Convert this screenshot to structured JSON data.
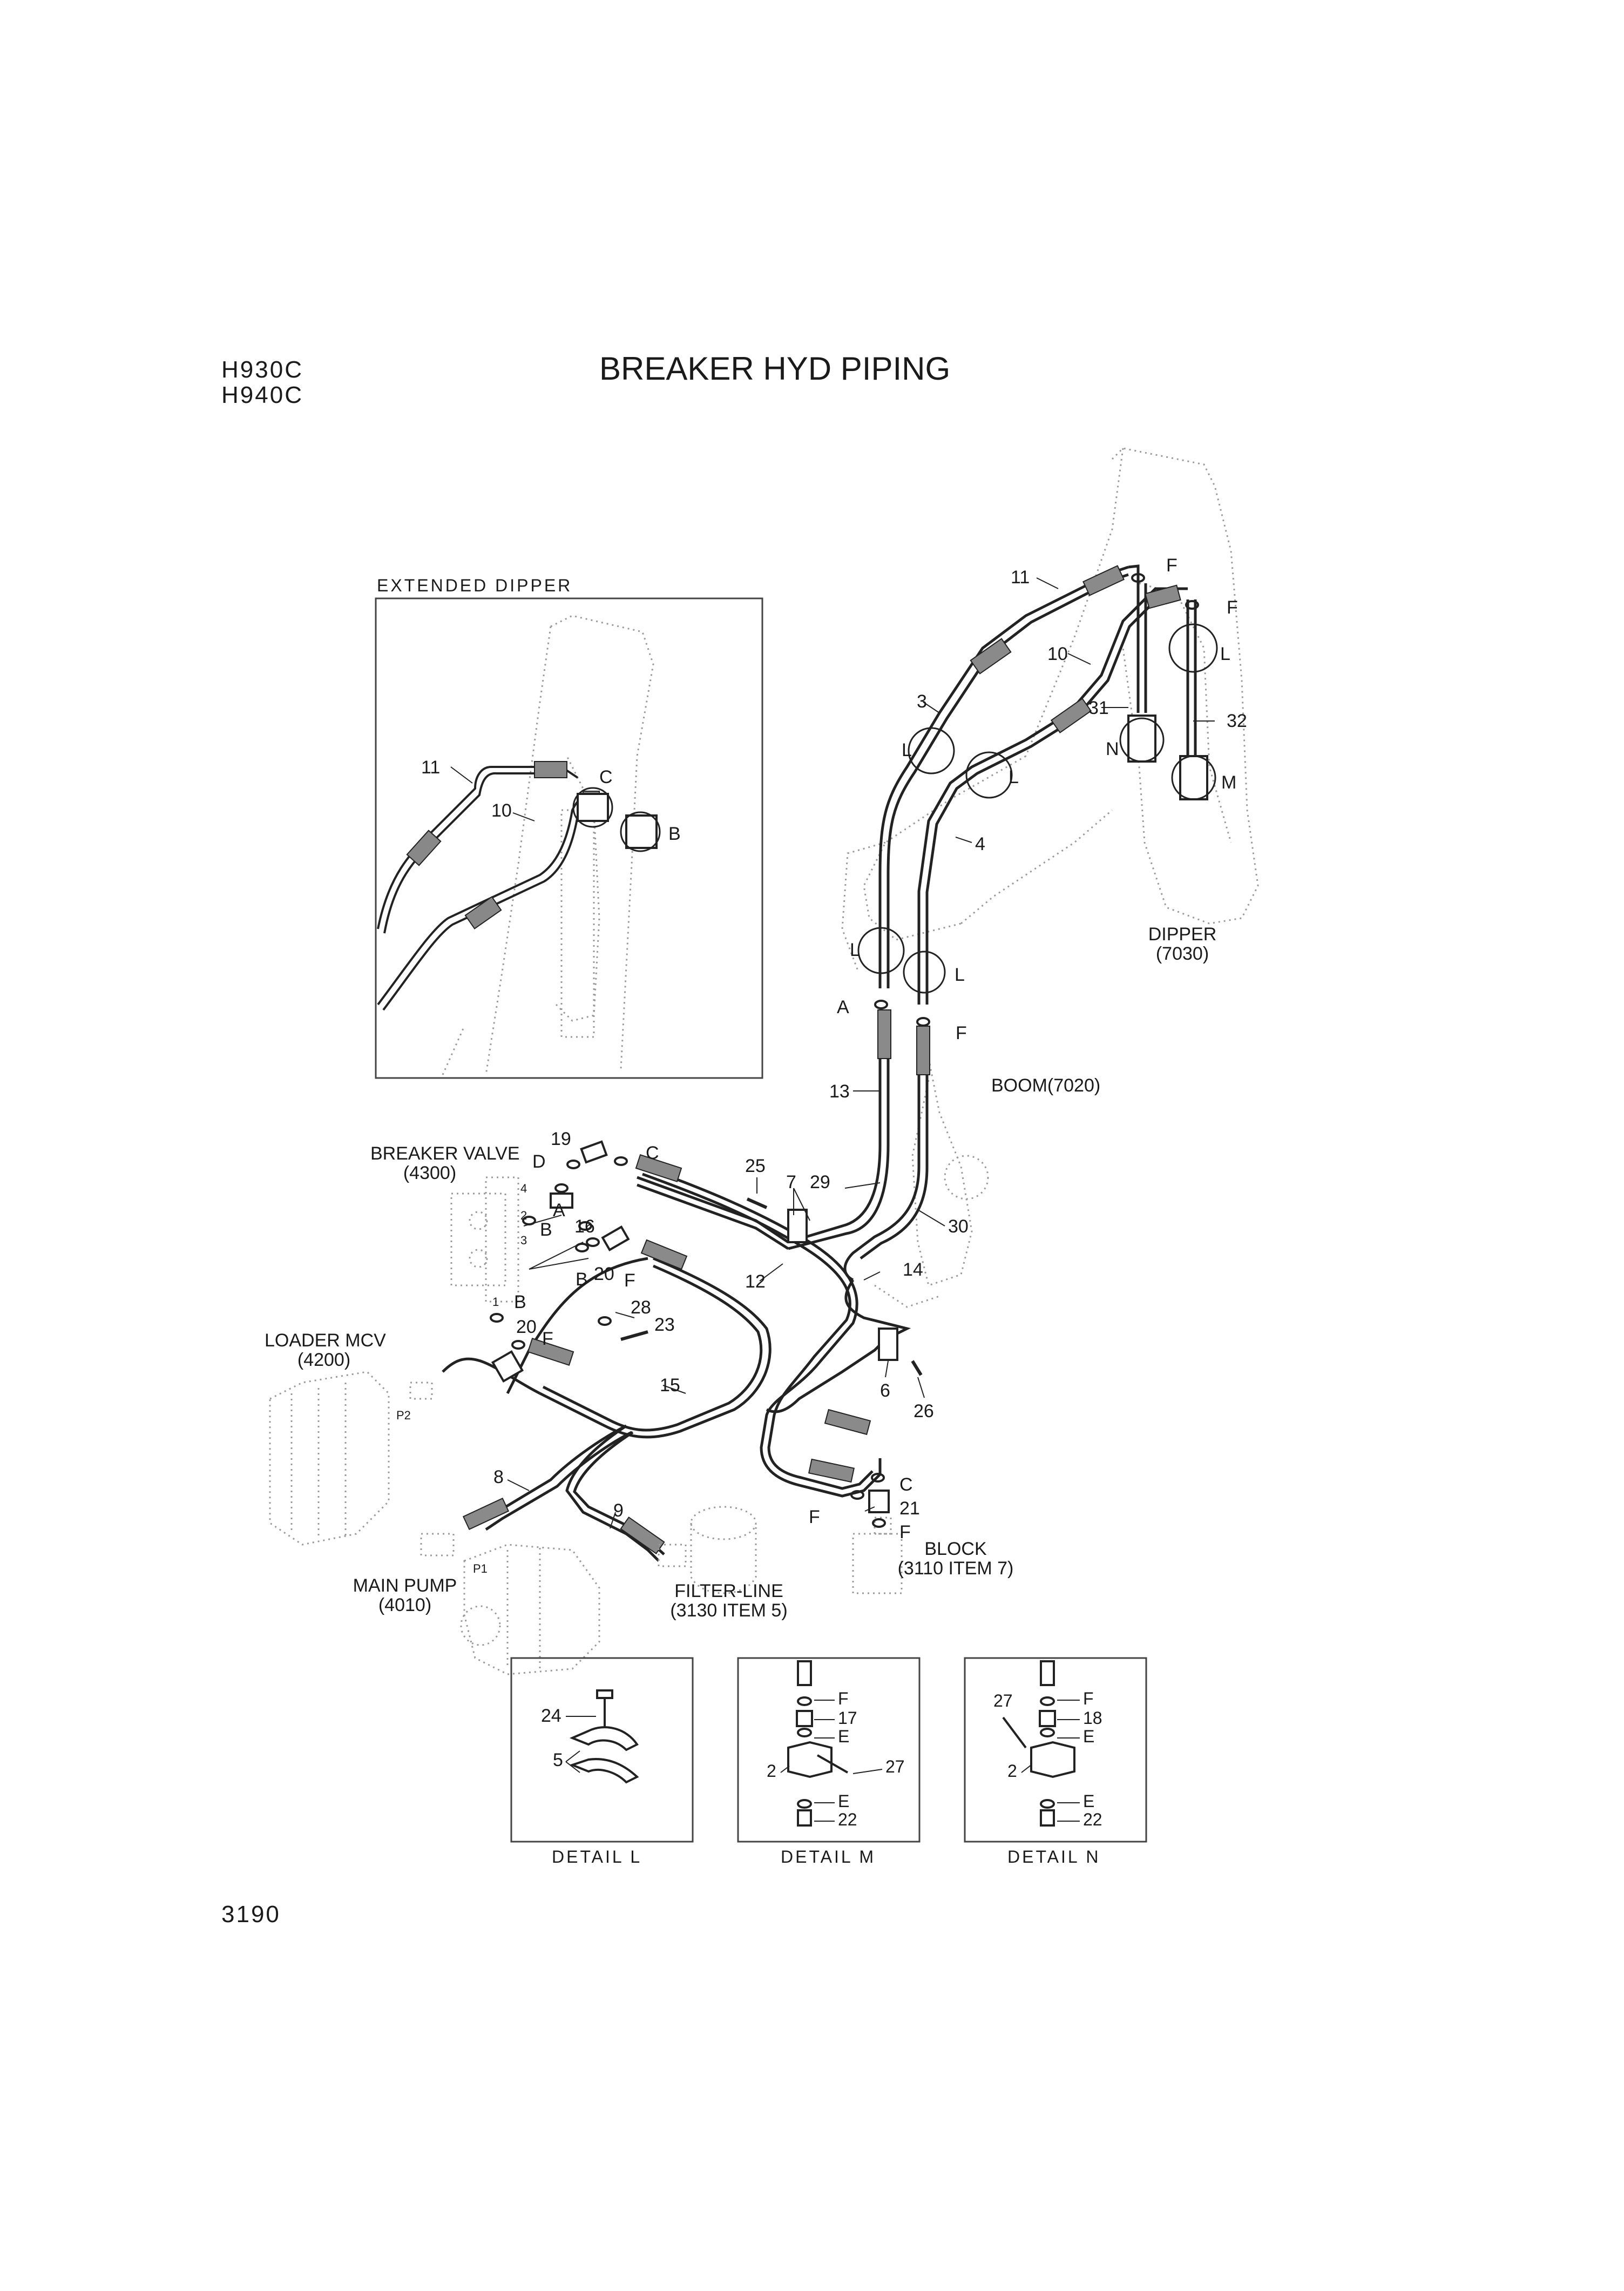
{
  "header": {
    "models": [
      "H930C",
      "H940C"
    ],
    "title": "BREAKER HYD PIPING"
  },
  "footer": {
    "page_number": "3190"
  },
  "inset": {
    "title": "EXTENDED DIPPER",
    "callouts": [
      "11",
      "10",
      "C",
      "B"
    ]
  },
  "components": {
    "breaker_valve": [
      "BREAKER VALVE",
      "(4300)"
    ],
    "loader_mcv": [
      "LOADER MCV",
      "(4200)"
    ],
    "main_pump": [
      "MAIN PUMP",
      "(4010)"
    ],
    "filter_line": [
      "FILTER-LINE",
      "(3130 ITEM 5)"
    ],
    "block": [
      "BLOCK",
      "(3110 ITEM 7)"
    ],
    "boom": "BOOM(7020)",
    "dipper": [
      "DIPPER",
      "(7030)"
    ]
  },
  "main_callouts": {
    "c11": "11",
    "cF1": "F",
    "cF2": "F",
    "c10": "10",
    "cL1": "L",
    "c31": "31",
    "c32": "32",
    "c3": "3",
    "cL2": "L",
    "cL3": "L",
    "cN": "N",
    "cM": "M",
    "c4": "4",
    "cL4": "L",
    "cL5": "L",
    "cA1": "A",
    "cF3": "F",
    "c13": "13",
    "c19": "19",
    "cD": "D",
    "cC1": "C",
    "c25": "25",
    "c7": "7",
    "c29": "29",
    "c4s": "4",
    "cA2": "A",
    "c2s": "2",
    "cB1": "B",
    "c16": "16",
    "c3s": "3",
    "cB2": "B",
    "c20a": "20",
    "cF4": "F",
    "c12": "12",
    "c30": "30",
    "c14": "14",
    "c1s": "1",
    "cB3": "B",
    "c28": "28",
    "c20b": "20",
    "cF5": "F",
    "c23": "23",
    "c15": "15",
    "c6": "6",
    "c26": "26",
    "cP2": "P2",
    "c8": "8",
    "c9": "9",
    "cC2": "C",
    "cF6": "F",
    "c21": "21",
    "cF7": "F",
    "cP1": "P1"
  },
  "details": [
    {
      "title": "DETAIL   L",
      "callouts": [
        "24",
        "5"
      ]
    },
    {
      "title": "DETAIL   M",
      "callouts": [
        "F",
        "17",
        "E",
        "2",
        "27",
        "E",
        "22"
      ]
    },
    {
      "title": "DETAIL   N",
      "callouts": [
        "27",
        "F",
        "18",
        "E",
        "2",
        "E",
        "22"
      ]
    }
  ]
}
